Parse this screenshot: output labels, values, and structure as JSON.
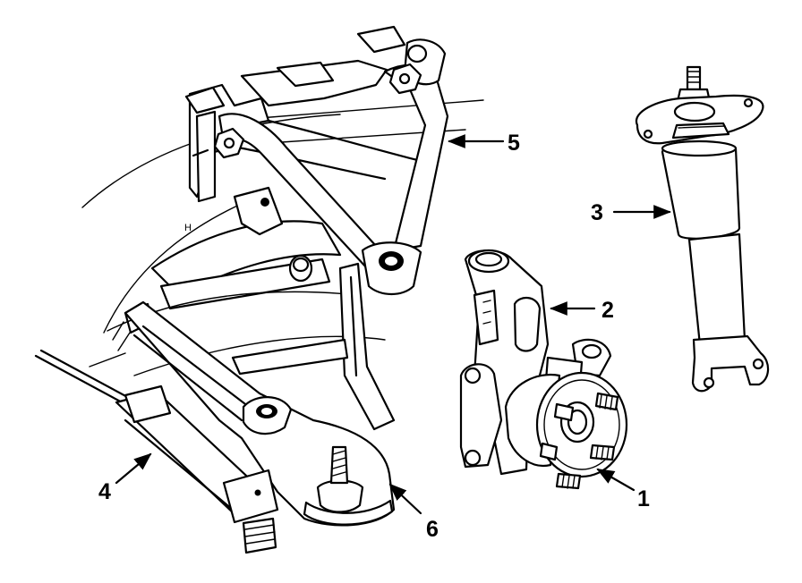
{
  "diagram": {
    "callouts": [
      {
        "id": "1",
        "label": "1",
        "part": "hub-bearing"
      },
      {
        "id": "2",
        "label": "2",
        "part": "steering-knuckle"
      },
      {
        "id": "3",
        "label": "3",
        "part": "shock-absorber"
      },
      {
        "id": "4",
        "label": "4",
        "part": "stabilizer-bar"
      },
      {
        "id": "5",
        "label": "5",
        "part": "upper-control-arm"
      },
      {
        "id": "6",
        "label": "6",
        "part": "lower-control-arm"
      }
    ]
  }
}
